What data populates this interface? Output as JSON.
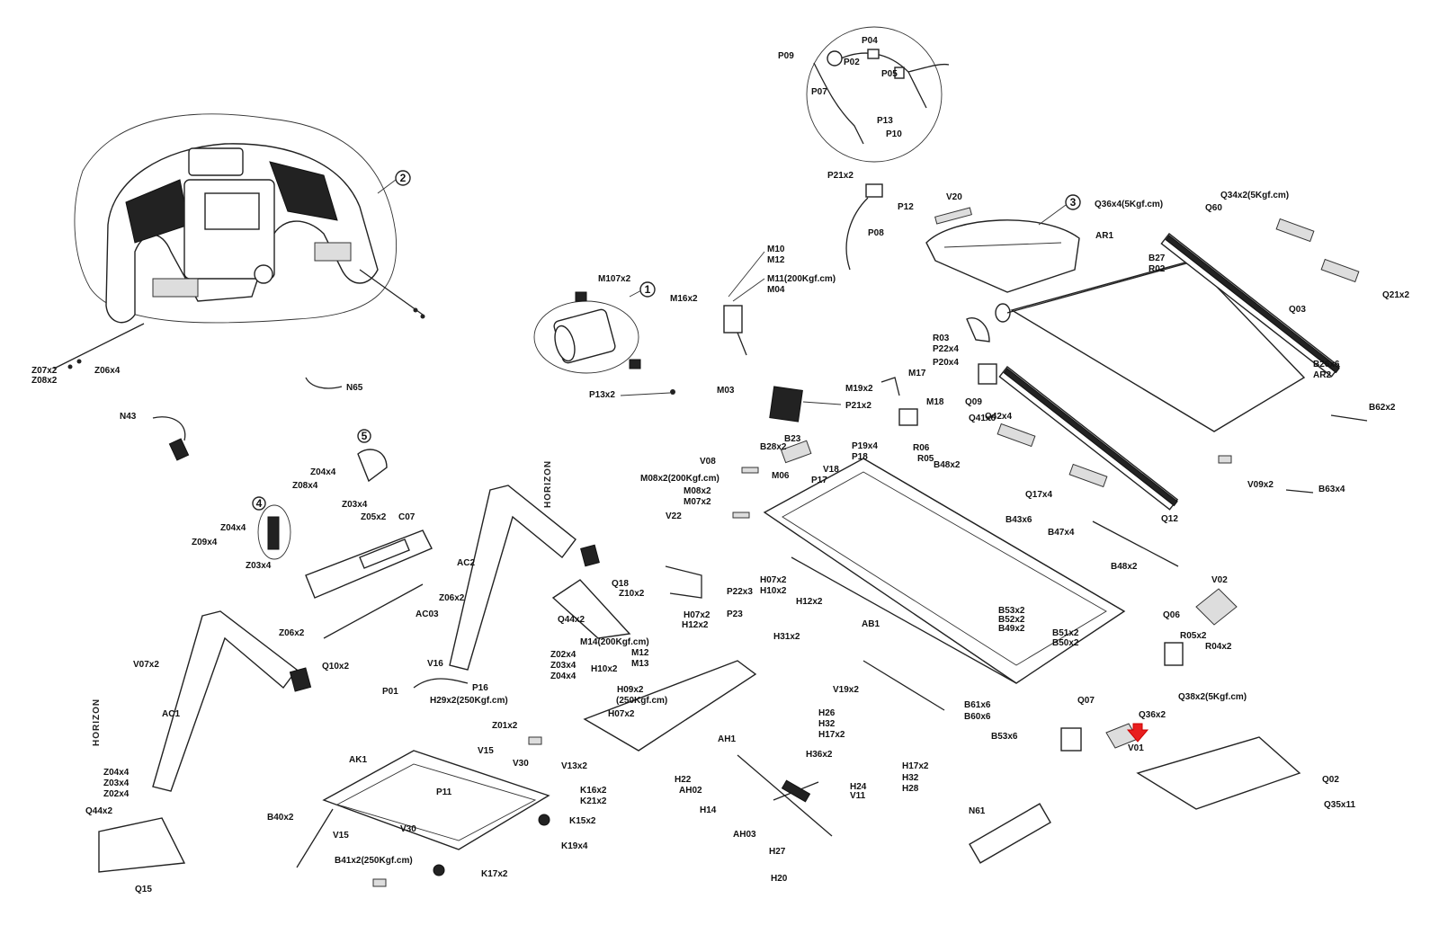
{
  "callouts": {
    "c1": "1",
    "c2": "2",
    "c3": "3",
    "c4": "4",
    "c5": "5"
  },
  "side_labels": {
    "upright_right": "HORIZON",
    "upright_left": "HORIZON"
  },
  "labels": {
    "P09": "P09",
    "P04": "P04",
    "P02": "P02",
    "P05": "P05",
    "P07": "P07",
    "P13": "P13",
    "P10": "P10",
    "P21x2a": "P21x2",
    "P12": "P12",
    "P08": "P08",
    "M10": "M10",
    "M12a": "M12",
    "M11": "M11(200Kgf.cm)",
    "M04": "M04",
    "M16x2": "M16x2",
    "M107x2": "M107x2",
    "P13x2": "P13x2",
    "V20": "V20",
    "Q36x4": "Q36x4(5Kgf.cm)",
    "Q34x2": "Q34x2(5Kgf.cm)",
    "Q60": "Q60",
    "AR1": "AR1",
    "B27": "B27",
    "R02": "R02",
    "Q03": "Q03",
    "Q21x2": "Q21x2",
    "B26x6": "B26x6",
    "AR2": "AR2",
    "R03": "R03",
    "P22x4": "P22x4",
    "P20x4": "P20x4",
    "Q09a": "Q09",
    "Q41x6": "Q41x6",
    "Q42x4": "Q42x4",
    "M19x2": "M19x2",
    "M17": "M17",
    "M18": "M18",
    "M03": "M03",
    "P21x2b": "P21x2",
    "B62x2": "B62x2",
    "B63x4": "B63x4",
    "V09x2": "V09x2",
    "Q17x4": "Q17x4",
    "Q12": "Q12",
    "Z07x2": "Z07x2",
    "Z08x2a": "Z08x2",
    "Z06x4": "Z06x4",
    "N65": "N65",
    "N43": "N43",
    "Z04x4a": "Z04x4",
    "Z08x4": "Z08x4",
    "Z03x4a": "Z03x4",
    "Z05x2": "Z05x2",
    "C07": "C07",
    "Z04x4b": "Z04x4",
    "Z09x4": "Z09x4",
    "Z03x4b": "Z03x4",
    "Z06x2a": "Z06x2",
    "AC03": "AC03",
    "Z06x2b": "Z06x2",
    "V07x2": "V07x2",
    "Q10x2": "Q10x2",
    "AC1": "AC1",
    "Z04x4c": "Z04x4",
    "Z03x4c": "Z03x4",
    "Z02x4a": "Z02x4",
    "Q44x2a": "Q44x2",
    "Q15": "Q15",
    "AC2": "AC2",
    "Q18": "Q18",
    "Z10x2": "Z10x2",
    "Q44x2b": "Q44x2",
    "Z02x4b": "Z02x4",
    "Z03x4d": "Z03x4",
    "Z04x4d": "Z04x4",
    "V16": "V16",
    "P16": "P16",
    "P01": "P01",
    "V08": "V08",
    "B28x2": "B28x2",
    "B23": "B23",
    "M06": "M06",
    "M08x2a": "M08x2(200Kgf.cm)",
    "M08x2b": "M08x2",
    "M07x2": "M07x2",
    "V22": "V22",
    "P19x4": "P19x4",
    "P18": "P18",
    "V18": "V18",
    "P17": "P17",
    "R06": "R06",
    "R05": "R05",
    "B48x2a": "B48x2",
    "B43x6": "B43x6",
    "B47x4": "B47x4",
    "B48x2b": "B48x2",
    "P22x3": "P22x3",
    "P23": "P23",
    "H07x2a": "H07x2",
    "H10x2a": "H10x2",
    "H12x2a": "H12x2",
    "H07x2b": "H07x2",
    "H12x2b": "H12x2",
    "H31x2": "H31x2",
    "M14": "M14(200Kgf.cm)",
    "M12b": "M12",
    "M13": "M13",
    "H10x2b": "H10x2",
    "H09x2": "H09x2",
    "H250": "(250Kgf.cm)",
    "H07x2c": "H07x2",
    "AH1": "AH1",
    "AB1": "AB1",
    "B53x2": "B53x2",
    "B52x2": "B52x2",
    "B49x2": "B49x2",
    "B51x2": "B51x2",
    "B50x2": "B50x2",
    "V19x2": "V19x2",
    "B61x6": "B61x6",
    "B60x6": "B60x6",
    "B53x6": "B53x6",
    "V02": "V02",
    "Q06": "Q06",
    "R05x2": "R05x2",
    "R04x2": "R04x2",
    "Q38x2": "Q38x2(5Kgf.cm)",
    "Q36x2": "Q36x2",
    "Q07": "Q07",
    "V01": "V01",
    "Q02": "Q02",
    "Q35x11": "Q35x11",
    "H29x2": "H29x2(250Kgf.cm)",
    "Z01x2": "Z01x2",
    "V15a": "V15",
    "V30a": "V30",
    "V13x2": "V13x2",
    "AK1": "AK1",
    "P11": "P11",
    "K16x2": "K16x2",
    "K21x2": "K21x2",
    "K15x2": "K15x2",
    "B40x2": "B40x2",
    "V15b": "V15",
    "V30b": "V30",
    "B41x2": "B41x2(250Kgf.cm)",
    "K19x4": "K19x4",
    "K17x2": "K17x2",
    "H26": "H26",
    "H32a": "H32",
    "H17x2a": "H17x2",
    "H36x2": "H36x2",
    "H22": "H22",
    "AH02": "AH02",
    "H24": "H24",
    "V11": "V11",
    "H17x2b": "H17x2",
    "H32b": "H32",
    "H28": "H28",
    "H14": "H14",
    "AH03": "AH03",
    "H27": "H27",
    "H20": "H20",
    "N61": "N61"
  }
}
